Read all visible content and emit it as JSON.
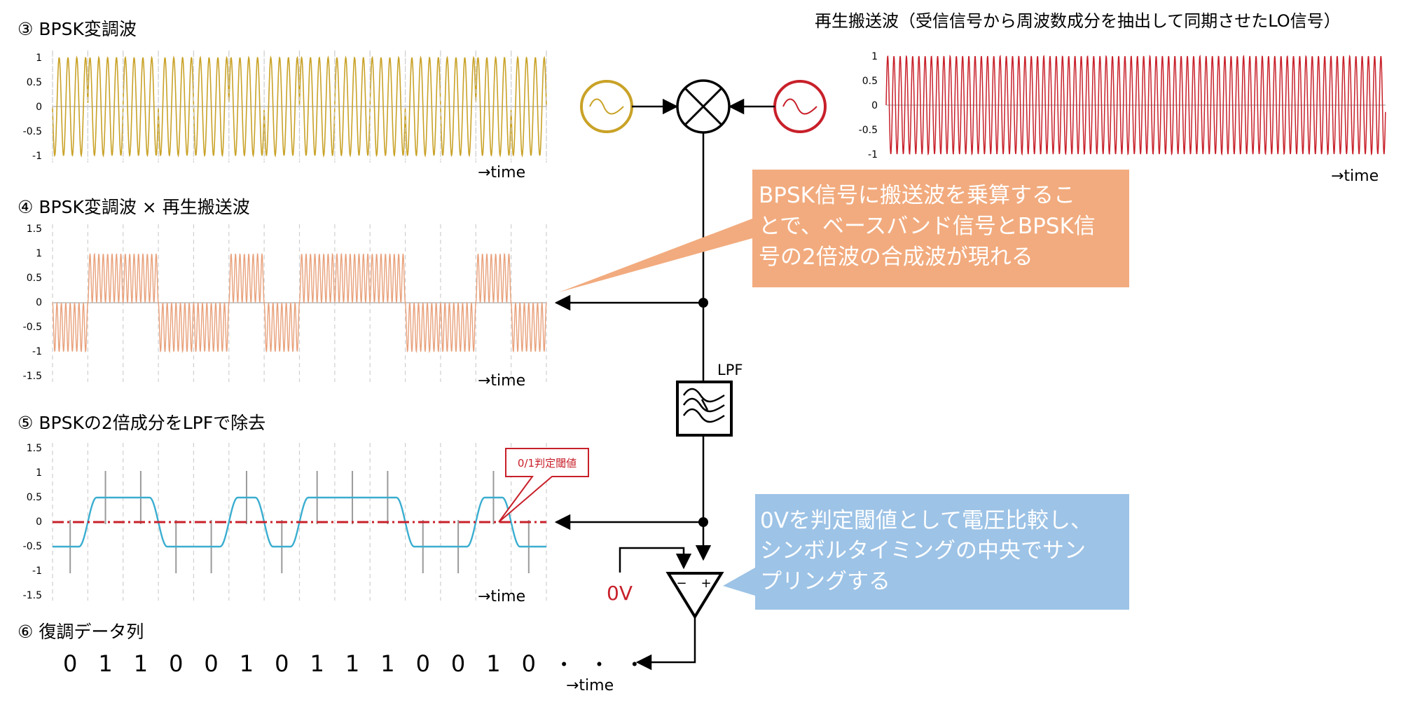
{
  "panels": {
    "bpsk": {
      "title": "③  BPSK変調波",
      "ticks": [
        "1",
        "0.5",
        "0",
        "-0.5",
        "-1"
      ],
      "xlabel": "→time"
    },
    "product": {
      "title": "④  BPSK変調波 × 再生搬送波",
      "ticks": [
        "1.5",
        "1",
        "0.5",
        "0",
        "-0.5",
        "-1",
        "-1.5"
      ],
      "xlabel": "→time"
    },
    "lpf_out": {
      "title": "⑤  BPSKの2倍成分をLPFで除去",
      "ticks": [
        "1.5",
        "1",
        "0.5",
        "0",
        "-0.5",
        "-1",
        "-1.5"
      ],
      "xlabel": "→time"
    },
    "carrier": {
      "title": "再生搬送波（受信信号から周波数成分を抽出して同期させたLO信号）",
      "ticks": [
        "1",
        "0.5",
        "0",
        "-0.5",
        "-1"
      ],
      "xlabel": "→time"
    }
  },
  "threshold_label": "0/1判定閾値",
  "demod": {
    "title": "⑥  復調データ列",
    "bits": [
      "0",
      "1",
      "1",
      "0",
      "0",
      "1",
      "0",
      "1",
      "1",
      "1",
      "0",
      "0",
      "1",
      "0"
    ],
    "ellipsis": [
      "・",
      "・",
      "・"
    ],
    "xlabel": "→time"
  },
  "blocks": {
    "lpf_label": "LPF",
    "reference_voltage": "0V",
    "comparator_minus": "−",
    "comparator_plus": "+"
  },
  "callouts": {
    "multiply": [
      "BPSK信号に搬送波を乗算するこ",
      "とで、ベースバンド信号とBPSK信",
      "号の2倍波の合成波が現れる"
    ],
    "compare": [
      "0Vを判定閾値として電圧比較し、",
      "シンボルタイミングの中央でサン",
      "プリングする"
    ]
  },
  "colors": {
    "bpsk": "#c9a227",
    "carrier": "#c8202a",
    "product": "#e8a07a",
    "lpf": "#3aaed0",
    "threshold": "#c8202a",
    "callout_orange": "#f2ab7e",
    "callout_blue": "#9dc3e6",
    "reference_voltage": "#c8202a"
  },
  "chart_data": [
    {
      "type": "line",
      "title": "③  BPSK変調波",
      "xlabel": "→time",
      "ylim": [
        -1,
        1
      ],
      "series": [
        {
          "symbols": [
            0,
            1,
            1,
            0,
            0,
            1,
            0,
            1,
            1,
            1,
            0,
            0,
            1,
            0
          ]
        }
      ]
    },
    {
      "type": "line",
      "title": "④  BPSK変調波 × 再生搬送波",
      "xlabel": "→time",
      "ylim": [
        -1.5,
        1.5
      ],
      "series": [
        {
          "symbols": [
            0,
            1,
            1,
            0,
            0,
            1,
            0,
            1,
            1,
            1,
            0,
            0,
            1,
            0
          ]
        }
      ]
    },
    {
      "type": "line",
      "title": "⑤  BPSKの2倍成分をLPFで除去",
      "xlabel": "→time",
      "ylim": [
        -1.5,
        1.5
      ],
      "series": [
        {
          "symbols": [
            0,
            1,
            1,
            0,
            0,
            1,
            0,
            1,
            1,
            1,
            0,
            0,
            1,
            0
          ]
        }
      ],
      "threshold": 0
    },
    {
      "type": "line",
      "title": "再生搬送波（受信信号から周波数成分を抽出して同期させたLO信号）",
      "xlabel": "→time",
      "ylim": [
        -1,
        1
      ]
    }
  ]
}
